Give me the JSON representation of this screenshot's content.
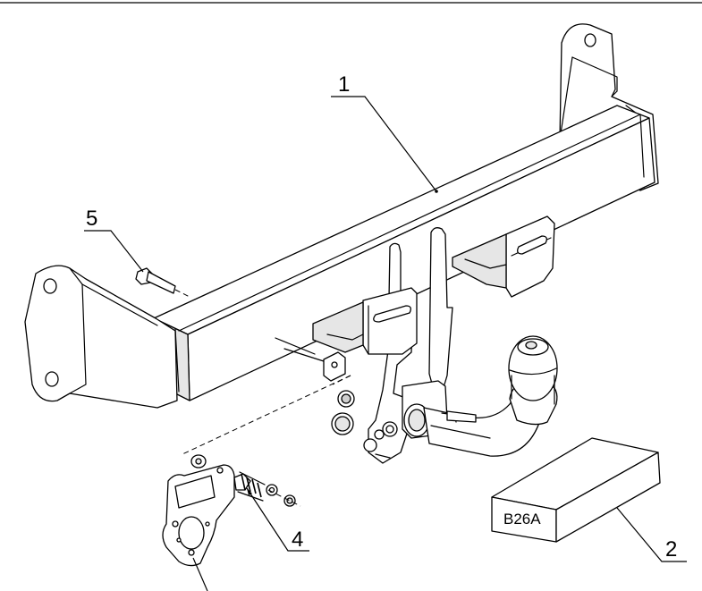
{
  "callouts": {
    "c1": "1",
    "c2": "2",
    "c4": "4",
    "c5": "5"
  },
  "package_label": "B26A"
}
